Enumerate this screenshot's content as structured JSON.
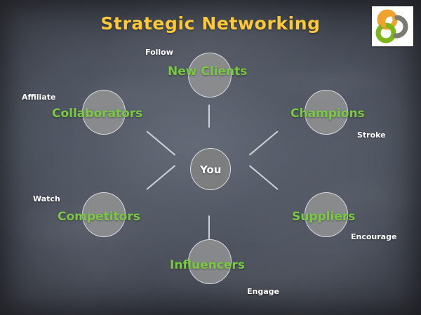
{
  "slide": {
    "title": "Strategic Networking",
    "background_color": "#4b505c",
    "title_color": "#fdc93a",
    "node_label_color": "#7ac943",
    "verb_color": "#ffffff"
  },
  "logo": {
    "name": "interlocking-rings-logo",
    "ring_colors": [
      "#f0a32c",
      "#7cb518",
      "#7a7a72"
    ],
    "background": "#ffffff"
  },
  "center": {
    "label": "You"
  },
  "nodes": [
    {
      "label": "New Clients",
      "verb": "Follow",
      "position": "top"
    },
    {
      "label": "Collaborators",
      "verb": "Affiliate",
      "position": "top-left"
    },
    {
      "label": "Champions",
      "verb": "Stroke",
      "position": "top-right"
    },
    {
      "label": "Competitors",
      "verb": "Watch",
      "position": "bottom-left"
    },
    {
      "label": "Suppliers",
      "verb": "Encourage",
      "position": "bottom-right"
    },
    {
      "label": "Influencers",
      "verb": "Engage",
      "position": "bottom"
    }
  ]
}
